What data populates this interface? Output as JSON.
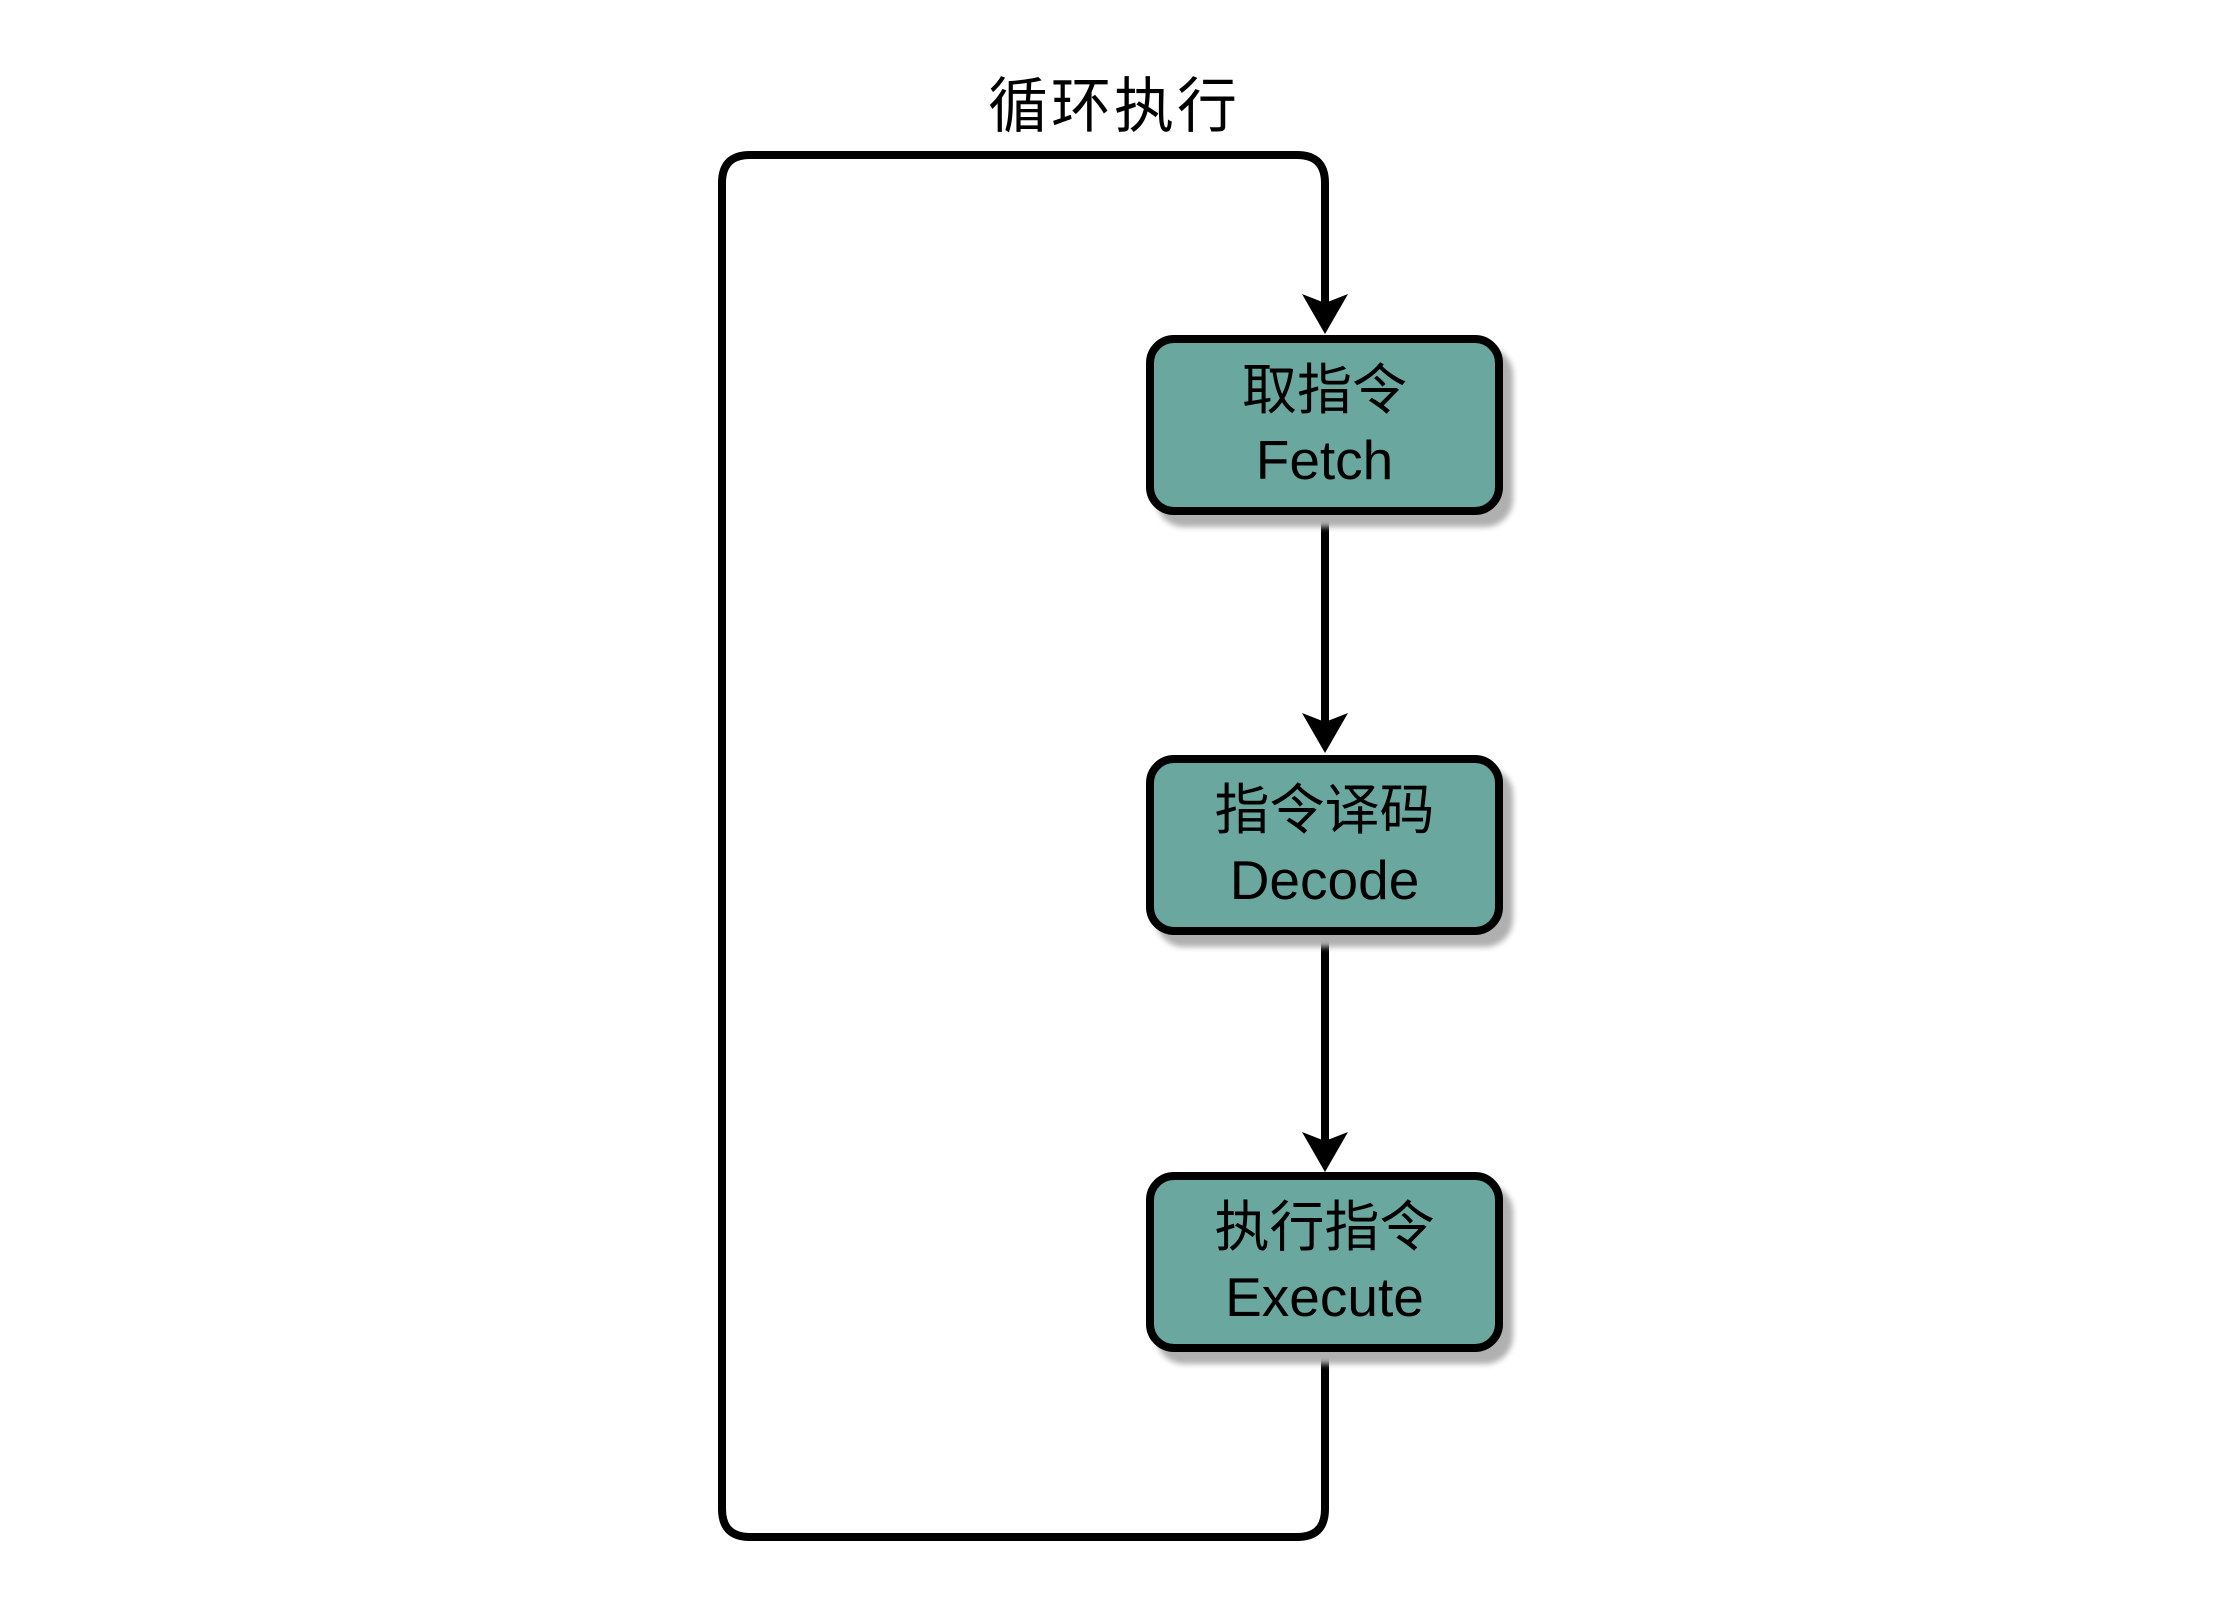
{
  "diagram": {
    "title": "循环执行",
    "nodes": [
      {
        "id": "fetch",
        "label_zh": "取指令",
        "label_en": "Fetch"
      },
      {
        "id": "decode",
        "label_zh": "指令译码",
        "label_en": "Decode"
      },
      {
        "id": "execute",
        "label_zh": "执行指令",
        "label_en": "Execute"
      }
    ],
    "edges": [
      {
        "from": "fetch",
        "to": "decode",
        "type": "straight-arrow"
      },
      {
        "from": "decode",
        "to": "execute",
        "type": "straight-arrow"
      },
      {
        "from": "execute",
        "to": "fetch",
        "type": "loop-arrow",
        "label": "循环执行"
      }
    ],
    "colors": {
      "background": "#ffffff",
      "node_fill": "#6aa89f",
      "node_border": "#000000",
      "edge": "#000000",
      "text": "#000000",
      "shadow": "#b0b0b0"
    }
  }
}
